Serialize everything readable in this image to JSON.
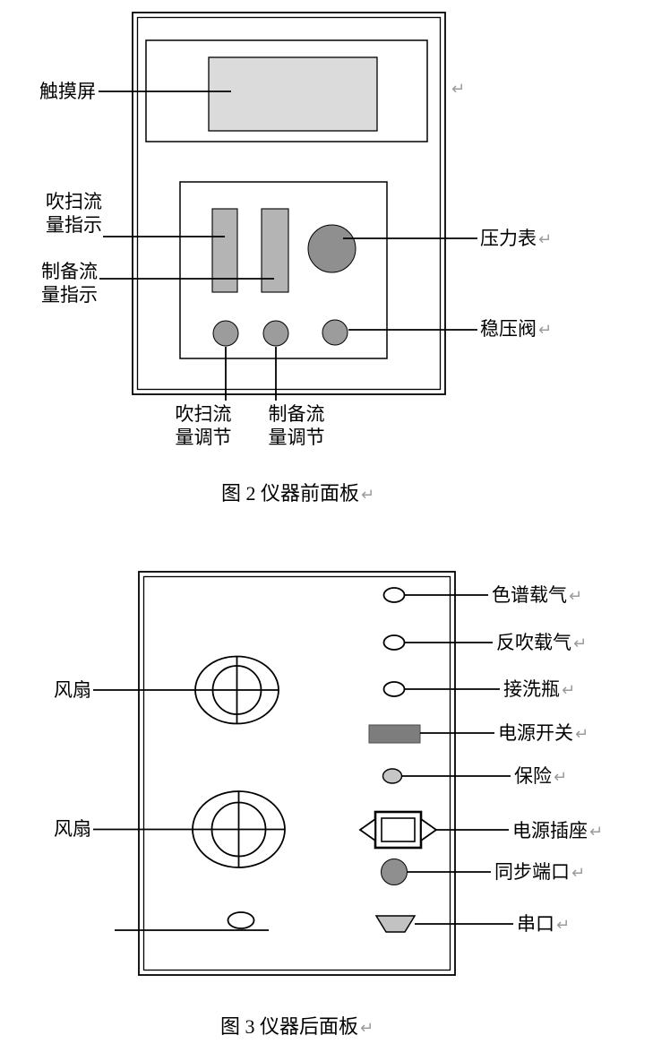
{
  "figure2": {
    "caption": {
      "text": "图 2  仪器前面板",
      "mark": "↵"
    },
    "stray_mark": "↵",
    "labels": {
      "touchscreen": {
        "text": "触摸屏"
      },
      "purge_flow_indicator": {
        "line1": "吹扫流",
        "line2": "量指示"
      },
      "prep_flow_indicator": {
        "line1": "制备流",
        "line2": "量指示"
      },
      "pressure_gauge": {
        "text": "压力表",
        "mark": "↵"
      },
      "pressure_valve": {
        "text": "稳压阀",
        "mark": "↵"
      },
      "purge_flow_adjust": {
        "line1": "吹扫流",
        "line2": "量调节"
      },
      "prep_flow_adjust": {
        "line1": "制备流",
        "line2": "量调节"
      }
    }
  },
  "figure3": {
    "caption": {
      "text": "图 3  仪器后面板",
      "mark": "↵"
    },
    "labels": {
      "fan_top": {
        "text": "风扇"
      },
      "fan_bottom": {
        "text": "风扇"
      },
      "chromatography_carrier_gas": {
        "text": "色谱载气",
        "mark": "↵"
      },
      "backflush_carrier_gas": {
        "text": "反吹载气",
        "mark": "↵"
      },
      "wash_bottle": {
        "text": "接洗瓶",
        "mark": "↵"
      },
      "power_switch": {
        "text": "电源开关",
        "mark": "↵"
      },
      "fuse": {
        "text": "保险",
        "mark": "↵"
      },
      "power_socket": {
        "text": "电源插座",
        "mark": "↵"
      },
      "sync_port": {
        "text": "同步端口",
        "mark": "↵"
      },
      "serial_port": {
        "text": "串口",
        "mark": "↵"
      }
    }
  },
  "colors": {
    "screen_fill": "#dbdbdb",
    "bar_fill": "#b4b4b4",
    "gauge_fill": "#8f8f8f",
    "knob_fill": "#9c9c9c",
    "switch_fill": "#7d7d7d",
    "fuse_fill": "#c6c6c6",
    "sync_port_fill": "#8f8f8f",
    "serial_port_fill": "#c2c2c2",
    "line_color": "#000000",
    "mark_color": "#9b9b9b"
  }
}
